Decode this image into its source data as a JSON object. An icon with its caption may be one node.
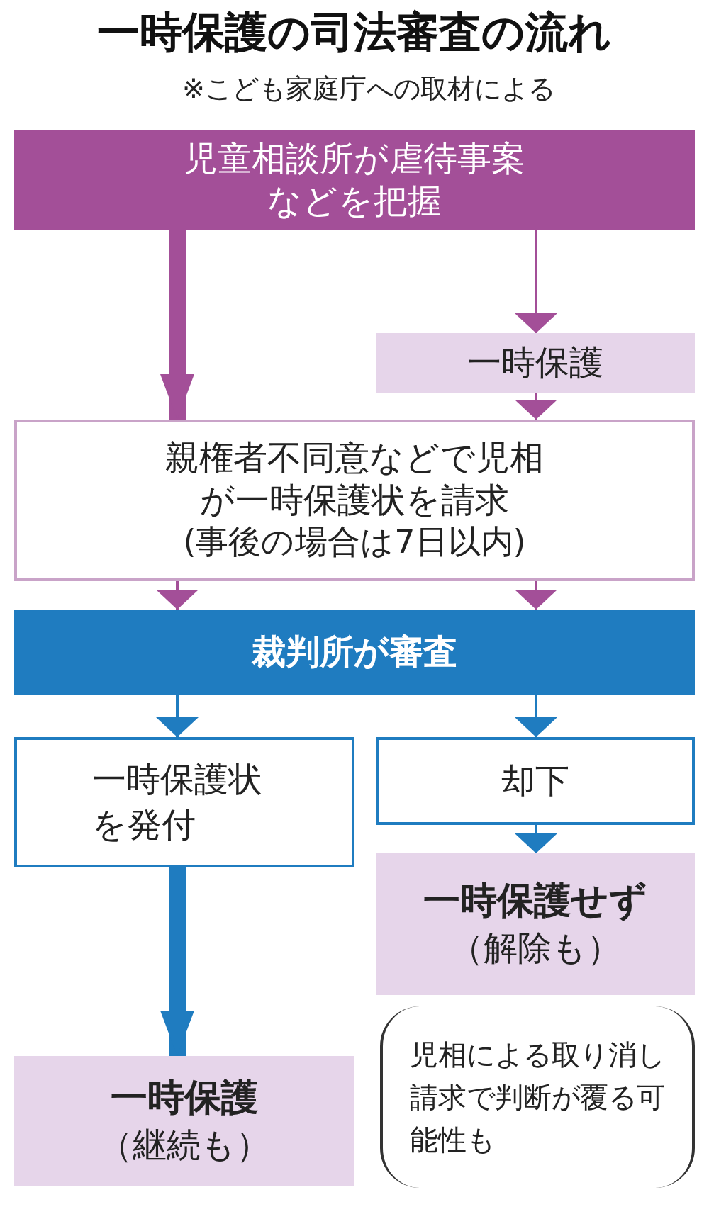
{
  "diagram": {
    "title": "一時保護の司法審査の流れ",
    "nodes": [
      {
        "text": [
          "児童相談所が虐待事案などを把握"
        ]
      },
      {
        "text": [
          "一時保護"
        ]
      },
      {
        "text": [
          "親権者不同意などで児相が一時保護状を請求",
          "(事後の場合は7日以内)"
        ]
      },
      {
        "text": [
          "裁判所が審査"
        ]
      },
      {
        "text": [
          "一時保護状を発付"
        ]
      },
      {
        "text": [
          "却下"
        ]
      },
      {
        "text": [
          "一時保護せず",
          "（解除も）"
        ]
      },
      {
        "text": [
          "一時保護",
          "（継続も）"
        ]
      }
    ],
    "edges": [
      {
        "from": 0,
        "to": 2,
        "arrow": "to",
        "style": "thick",
        "color": "#a34f98"
      },
      {
        "from": 0,
        "to": 1,
        "arrow": "to",
        "color": "#a34f98"
      },
      {
        "from": 1,
        "to": 2,
        "arrow": "to",
        "color": "#a34f98"
      },
      {
        "from": 2,
        "to": 3,
        "arrow": "to",
        "color": "#a34f98"
      },
      {
        "from": 2,
        "to": 3,
        "arrow": "to",
        "color": "#a34f98"
      },
      {
        "from": 3,
        "to": 4,
        "arrow": "to",
        "color": "#1f7cc0"
      },
      {
        "from": 3,
        "to": 5,
        "arrow": "to",
        "color": "#1f7cc0"
      },
      {
        "from": 5,
        "to": 6,
        "arrow": "to",
        "color": "#1f7cc0"
      },
      {
        "from": 4,
        "to": 7,
        "arrow": "to",
        "style": "thick",
        "color": "#1f7cc0"
      }
    ],
    "labels": [
      "※こども家庭庁への取材による",
      "児相による取り消し請求で判断が覆る可能性も"
    ]
  }
}
